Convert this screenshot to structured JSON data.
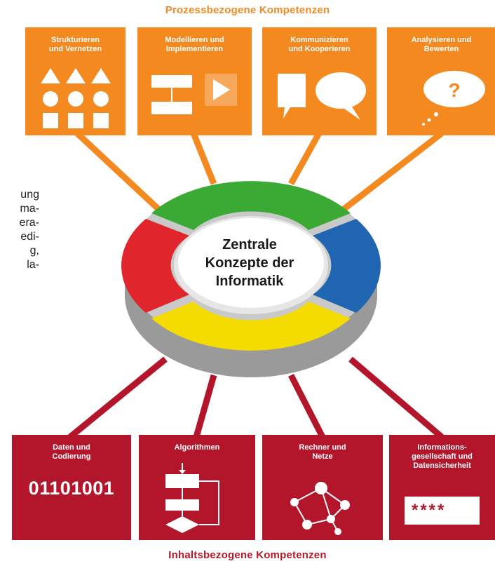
{
  "headings": {
    "top": "Prozessbezogene Kompetenzen",
    "bottom": "Inhaltsbezogene Kompetenzen"
  },
  "process_competencies": [
    {
      "label": "Strukturieren\nund Vernetzen",
      "icon": "shapes-icon"
    },
    {
      "label": "Modellieren und\nImplementieren",
      "icon": "flowchart-play-icon"
    },
    {
      "label": "Kommunizieren\nund Kooperieren",
      "icon": "speech-bubbles-icon"
    },
    {
      "label": "Analysieren und\nBewerten",
      "icon": "question-bubble-icon"
    }
  ],
  "content_competencies": [
    {
      "label": "Daten und\nCodierung",
      "icon": "binary-icon",
      "value": "01101001"
    },
    {
      "label": "Algorithmen",
      "icon": "algorithm-flowchart-icon"
    },
    {
      "label": "Rechner und\nNetze",
      "icon": "network-graph-icon"
    },
    {
      "label": "Informations-\ngesellschaft und\nDatensicherheit",
      "icon": "password-field-icon",
      "value": "****"
    }
  ],
  "center": {
    "text": "Zentrale\nKonzepte der\nInformatik",
    "ring_colors": [
      "#3aaa35",
      "#1f65b1",
      "#f4dc00",
      "#e0262c"
    ]
  },
  "side_text": "ung\nma-\nera-\nedi-\ng,\nla-",
  "colors": {
    "orange": "#f4891f",
    "red": "#b3162b",
    "disc": "#b9b9b9"
  }
}
